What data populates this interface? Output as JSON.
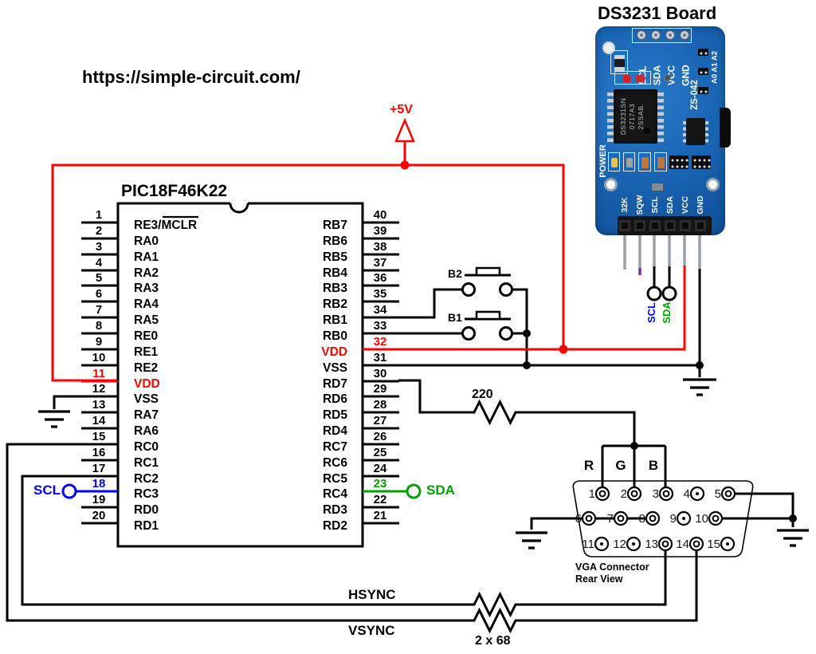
{
  "labels": {
    "url": "https://simple-circuit.com/",
    "supply": "+5V",
    "b2": "B2",
    "b1": "B1",
    "scl": "SCL",
    "sda": "SDA",
    "r_rgb": "220",
    "r_sync": "2 x 68",
    "hsync": "HSYNC",
    "vsync": "VSYNC",
    "red": "R",
    "green": "G",
    "blue": "B",
    "vga_caption1": "VGA Connector",
    "vga_caption2": "Rear View"
  },
  "colors": {
    "wire_red": "#ff0000",
    "wire_blue": "#0000ff",
    "wire_green": "#00a000",
    "wire_black": "#000000",
    "pcb_blue": "#1a66b4"
  },
  "ic": {
    "title": "PIC18F46K22",
    "left_pins": [
      {
        "num": "1",
        "name": "RE3/MCLR",
        "overline": "MCLR"
      },
      {
        "num": "2",
        "name": "RA0"
      },
      {
        "num": "3",
        "name": "RA1"
      },
      {
        "num": "4",
        "name": "RA2"
      },
      {
        "num": "5",
        "name": "RA3"
      },
      {
        "num": "6",
        "name": "RA4"
      },
      {
        "num": "7",
        "name": "RA5"
      },
      {
        "num": "8",
        "name": "RE0"
      },
      {
        "num": "9",
        "name": "RE1"
      },
      {
        "num": "10",
        "name": "RE2"
      },
      {
        "num": "11",
        "name": "VDD",
        "color": "#ff0000"
      },
      {
        "num": "12",
        "name": "VSS"
      },
      {
        "num": "13",
        "name": "RA7"
      },
      {
        "num": "14",
        "name": "RA6"
      },
      {
        "num": "15",
        "name": "RC0"
      },
      {
        "num": "16",
        "name": "RC1"
      },
      {
        "num": "17",
        "name": "RC2"
      },
      {
        "num": "18",
        "name": "RC3",
        "num_color": "#0000ff",
        "stub_color": "#0000ff"
      },
      {
        "num": "19",
        "name": "RD0"
      },
      {
        "num": "20",
        "name": "RD1"
      }
    ],
    "right_pins": [
      {
        "num": "40",
        "name": "RB7"
      },
      {
        "num": "39",
        "name": "RB6"
      },
      {
        "num": "38",
        "name": "RB5"
      },
      {
        "num": "37",
        "name": "RB4"
      },
      {
        "num": "36",
        "name": "RB3"
      },
      {
        "num": "35",
        "name": "RB2"
      },
      {
        "num": "34",
        "name": "RB1"
      },
      {
        "num": "33",
        "name": "RB0"
      },
      {
        "num": "32",
        "name": "VDD",
        "color": "#ff0000"
      },
      {
        "num": "31",
        "name": "VSS"
      },
      {
        "num": "30",
        "name": "RD7"
      },
      {
        "num": "29",
        "name": "RD6"
      },
      {
        "num": "28",
        "name": "RD5"
      },
      {
        "num": "27",
        "name": "RD4"
      },
      {
        "num": "26",
        "name": "RC7"
      },
      {
        "num": "25",
        "name": "RC6"
      },
      {
        "num": "24",
        "name": "RC5"
      },
      {
        "num": "23",
        "name": "RC4",
        "num_color": "#00a000",
        "stub_color": "#00a000"
      },
      {
        "num": "22",
        "name": "RD3"
      },
      {
        "num": "21",
        "name": "RD2"
      }
    ]
  },
  "vga": {
    "pins": [
      {
        "num": "1",
        "connected": true
      },
      {
        "num": "2",
        "connected": true
      },
      {
        "num": "3",
        "connected": true
      },
      {
        "num": "4",
        "connected": false
      },
      {
        "num": "5",
        "connected": true
      },
      {
        "num": "6",
        "connected": true
      },
      {
        "num": "7",
        "connected": true
      },
      {
        "num": "8",
        "connected": true
      },
      {
        "num": "9",
        "connected": false
      },
      {
        "num": "10",
        "connected": true
      },
      {
        "num": "11",
        "connected": false
      },
      {
        "num": "12",
        "connected": false
      },
      {
        "num": "13",
        "connected": true
      },
      {
        "num": "14",
        "connected": true
      },
      {
        "num": "15",
        "connected": false
      }
    ]
  },
  "ds3231": {
    "title": "DS3231 Board",
    "top_pins": [
      "SCL",
      "SDA",
      "VCC",
      "GND"
    ],
    "bottom_pins": [
      "32K",
      "SQW",
      "SCL",
      "SDA",
      "VCC",
      "GND"
    ],
    "silk": {
      "power": "POWER",
      "model": "ZS-042",
      "address": "A0 A1 A2",
      "chip_line1": "DS3231SN",
      "chip_line2": "0717A3",
      "chip_line3": "2SSAB."
    },
    "wire_labels": {
      "scl": "SCL",
      "sda": "SDA"
    }
  }
}
